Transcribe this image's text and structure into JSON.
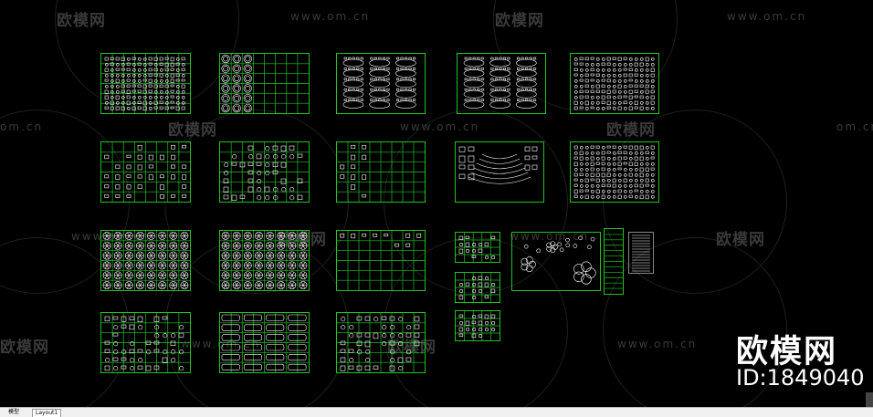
{
  "watermark": {
    "logo_text": "欧模网",
    "url_text": "www.om.cn",
    "url_partial": "om.cn"
  },
  "brand_overlay": {
    "logo_text": "欧模网",
    "id_text": "ID:1849040"
  },
  "tabs": [
    {
      "label": "模型"
    },
    {
      "label": "Layout1"
    }
  ],
  "colors": {
    "background": "#000000",
    "grid_green": "#1fc31f",
    "symbol_white": "#ffffff",
    "watermark_gray": "#3a3a3a"
  }
}
